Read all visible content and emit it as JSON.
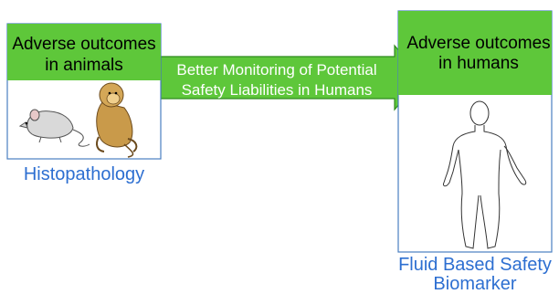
{
  "left_panel": {
    "header_line1": "Adverse outcomes",
    "header_line2": "in animals",
    "caption": "Histopathology"
  },
  "arrow": {
    "line1": "Better Monitoring of Potential",
    "line2": "Safety Liabilities in Humans"
  },
  "right_panel": {
    "header_line1": "Adverse outcomes",
    "header_line2": "in humans",
    "caption_line1": "Fluid Based Safety",
    "caption_line2": "Biomarker"
  },
  "icons": [
    "mouse-icon",
    "monkey-icon",
    "human-outline-icon"
  ],
  "colors": {
    "header_green": "#5ec73a",
    "border_green": "#2f8a1e",
    "panel_border": "#4a7fc1",
    "caption_blue": "#2d6fd1"
  }
}
